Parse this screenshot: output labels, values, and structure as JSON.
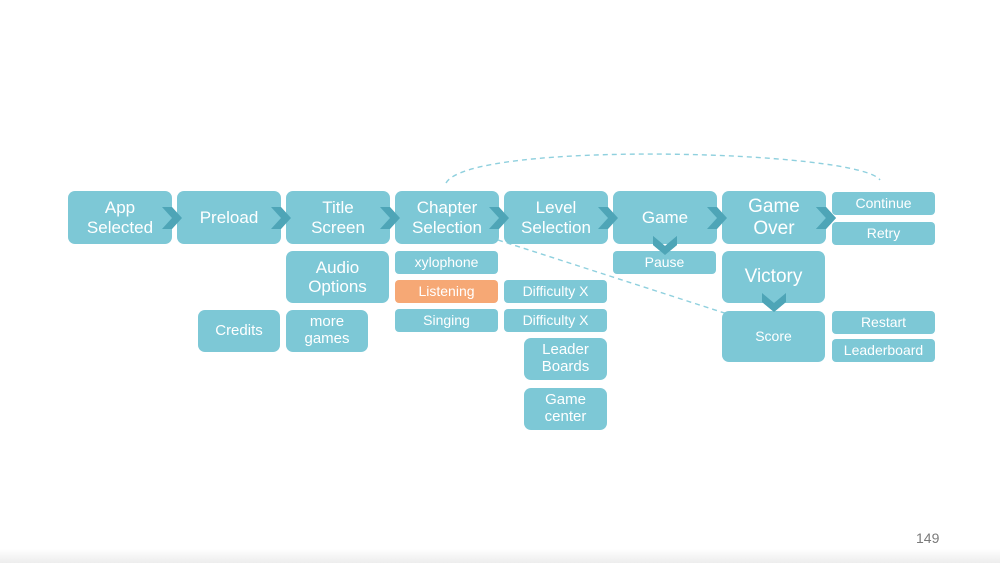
{
  "colors": {
    "box": "#7dc8d6",
    "highlight": "#f6a875",
    "arrow": "#4ea5b7",
    "dashed": "#8fd0de"
  },
  "main_flow": [
    {
      "label": "App\nSelected"
    },
    {
      "label": "Preload"
    },
    {
      "label": "Title\nScreen"
    },
    {
      "label": "Chapter\nSelection"
    },
    {
      "label": "Level\nSelection"
    },
    {
      "label": "Game"
    },
    {
      "label": "Game\nOver"
    }
  ],
  "title_screen_children": {
    "audio_options": "Audio\nOptions",
    "more_games": "more\ngames",
    "credits": "Credits"
  },
  "chapter_children": {
    "xylophone": "xylophone",
    "listening": "Listening",
    "singing": "Singing"
  },
  "level_children": {
    "difficulty_1": "Difficulty X",
    "difficulty_2": "Difficulty X",
    "leader_boards": "Leader\nBoards",
    "game_center": "Game\ncenter"
  },
  "game_children": {
    "pause": "Pause"
  },
  "game_over_children": {
    "continue": "Continue",
    "retry": "Retry"
  },
  "victory": {
    "label": "Victory",
    "score": "Score",
    "restart": "Restart",
    "leaderboard": "Leaderboard"
  },
  "page_number": "149"
}
